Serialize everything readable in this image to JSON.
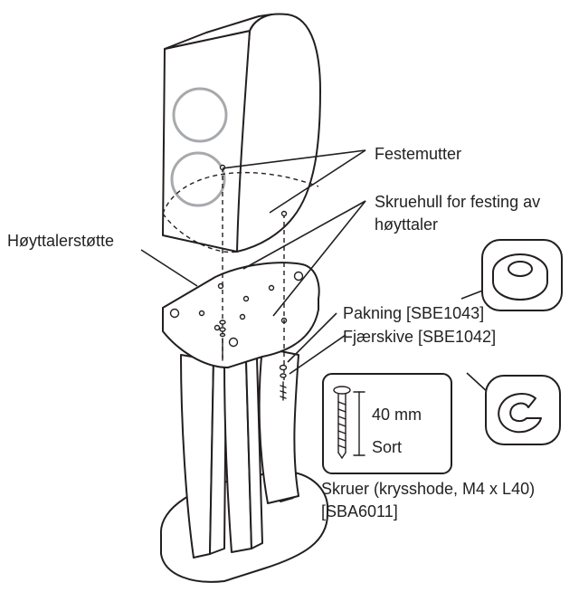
{
  "labels": {
    "festemutter": "Festemutter",
    "skruehull_line1": "Skruehull for festing av",
    "skruehull_line2": "høyttaler",
    "hoyttalerstotte": "Høyttalerstøtte",
    "pakning": "Pakning [SBE1043]",
    "fjaerskive": "Fjærskive [SBE1042]",
    "screw_length": "40 mm",
    "screw_color": "Sort",
    "skruer_line1": "Skruer (krysshode, M4 x L40)",
    "skruer_line2": "[SBA6011]"
  },
  "icons": {
    "speaker": "speaker-illustration",
    "stand": "speaker-stand-illustration",
    "washer": "flat-washer-icon",
    "spring_washer": "spring-washer-icon",
    "screw": "cross-head-screw-icon"
  },
  "colors": {
    "line": "#231f20",
    "driver_ring": "#a7a9ac",
    "text": "#222222"
  }
}
